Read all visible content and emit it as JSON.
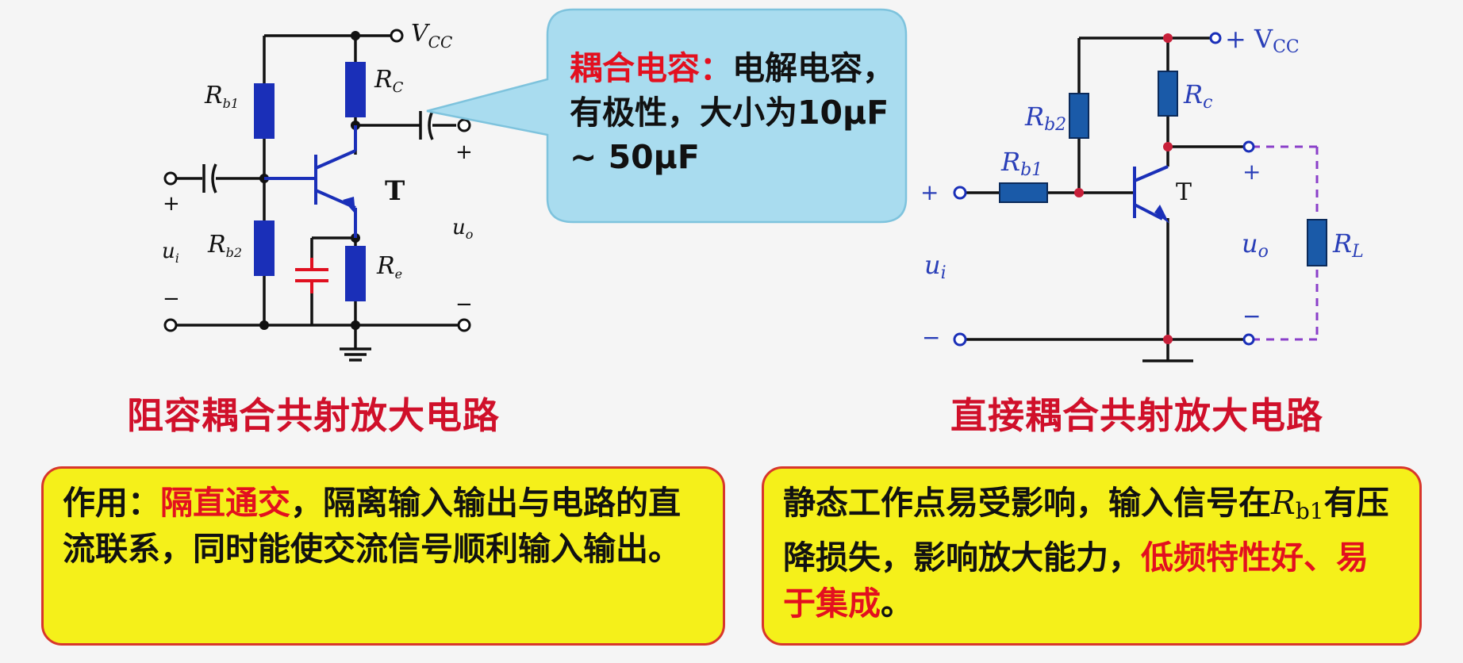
{
  "left_circuit": {
    "title": "阻容耦合共射放大电路",
    "labels": {
      "vcc": "V",
      "vcc_sub": "CC",
      "rb1": "R",
      "rb1_sub": "b1",
      "rb2": "R",
      "rb2_sub": "b2",
      "rc": "R",
      "rc_sub": "C",
      "re": "R",
      "re_sub": "e",
      "transistor": "T",
      "ui": "u",
      "ui_sub": "i",
      "uo": "u",
      "uo_sub": "o",
      "plus": "+",
      "minus": "−"
    }
  },
  "callout": {
    "highlight": "耦合电容：",
    "text": "电解电容，有极性，大小为10μF ~ 50μF"
  },
  "right_circuit": {
    "title": "直接耦合共射放大电路",
    "labels": {
      "vcc": "+ V",
      "vcc_sub": "CC",
      "rb1": "R",
      "rb1_sub": "b1",
      "rb2": "R",
      "rb2_sub": "b2",
      "rc": "R",
      "rc_sub": "c",
      "rl": "R",
      "rl_sub": "L",
      "transistor": "T",
      "ui": "u",
      "ui_sub": "i",
      "uo": "u",
      "uo_sub": "o",
      "plus": "+",
      "minus": "−"
    }
  },
  "notes": {
    "left": {
      "prefix": "作用：",
      "highlight": "隔直通交",
      "text": "，隔离输入输出与电路的直流联系，同时能使交流信号顺利输入输出。"
    },
    "right": {
      "text1": "静态工作点易受影响，输入信号在",
      "r_symbol": "R",
      "r_sub": "b1",
      "text2": "有压降损失，影响放大能力，",
      "highlight": "低频特性好、易于集成",
      "end": "。"
    }
  },
  "colors": {
    "title_red": "#d0102a",
    "resistor_blue": "#1a2fb8",
    "capacitor_red": "#e01020",
    "note_yellow": "#f5f01a",
    "note_border": "#d8362b",
    "callout_fill": "#a9dcef",
    "dashed_purple": "#8a3fc9"
  }
}
